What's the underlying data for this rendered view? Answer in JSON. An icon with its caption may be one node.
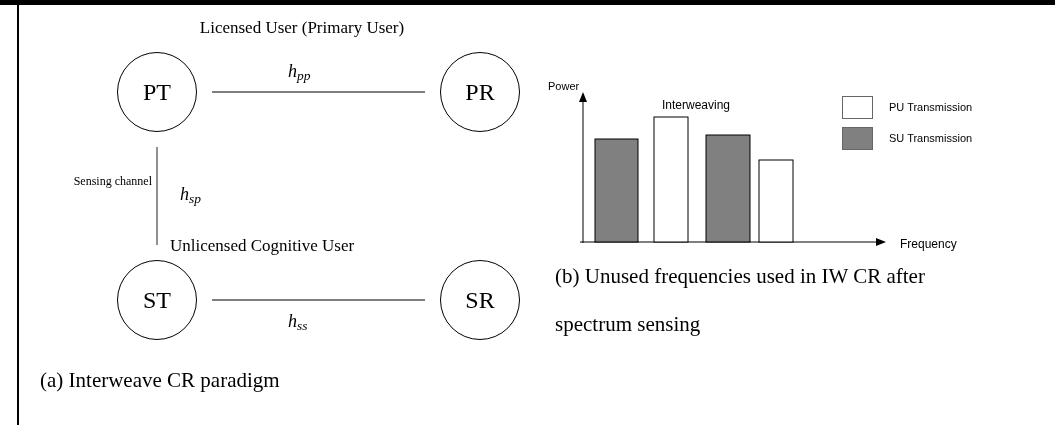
{
  "diagram": {
    "nodes": [
      {
        "text": [
          "PT"
        ]
      },
      {
        "text": [
          "PR"
        ]
      },
      {
        "text": [
          "ST"
        ]
      },
      {
        "text": [
          "SR"
        ]
      }
    ],
    "edges": [
      {
        "from": 0,
        "to": 1,
        "arrow": "none",
        "label": "h$_{pp}$"
      },
      {
        "from": 0,
        "to": 2,
        "arrow": "none",
        "label": "h$_{sp}$"
      },
      {
        "from": 2,
        "to": 3,
        "arrow": "none",
        "label": "h$_{ss}$"
      }
    ],
    "labels": [
      "Licensed User (Primary User)",
      "Sensing channel",
      "Unlicensed Cognitive User",
      "(a) Interweave CR paradigm",
      "Power",
      "Interweaving",
      "Frequency",
      "(b) Unused frequencies used in IW CR after spectrum sensing"
    ],
    "legend": [
      {
        "text": "PU Transmission",
        "color": "#ffffff"
      },
      {
        "text": "SU Transmission",
        "color": "#808080"
      }
    ]
  }
}
